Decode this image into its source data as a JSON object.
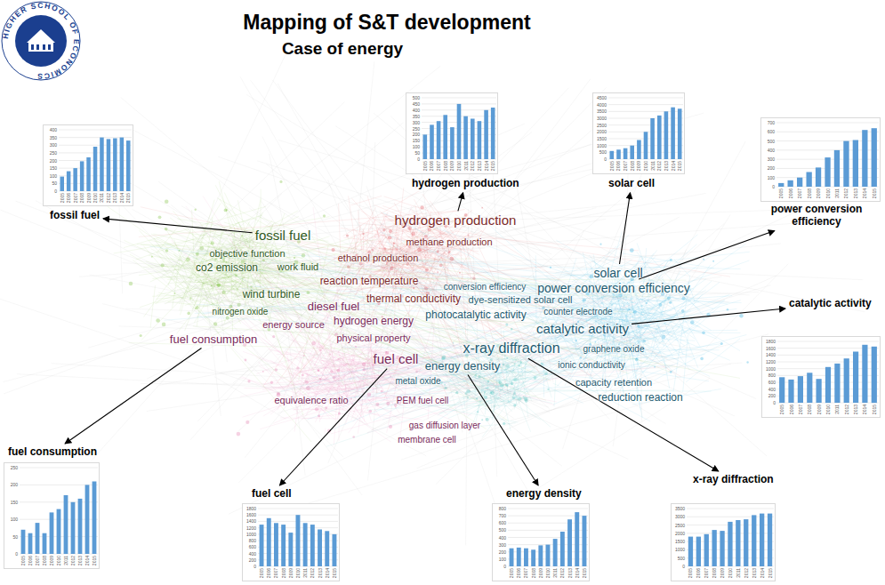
{
  "diagram": {
    "title": "Mapping of S&T development",
    "nodes": [
      {
        "text": [
          "fossil fuel"
        ]
      },
      {
        "text": [
          "hydrogen production"
        ]
      },
      {
        "text": [
          "solar cell"
        ]
      },
      {
        "text": [
          "power conversion efficiency"
        ]
      },
      {
        "text": [
          "catalytic activity"
        ]
      },
      {
        "text": [
          "fuel consumption"
        ]
      },
      {
        "text": [
          "fuel cell"
        ]
      },
      {
        "text": [
          "energy density"
        ]
      },
      {
        "text": [
          "x-ray diffraction"
        ]
      },
      {
        "text": [
          "fossil fuel"
        ]
      },
      {
        "text": [
          "hydrogen production"
        ]
      },
      {
        "text": [
          "solar cell"
        ]
      },
      {
        "text": [
          "power conversion efficiency"
        ]
      },
      {
        "text": [
          "catalytic activity"
        ]
      },
      {
        "text": [
          "fuel consumption"
        ]
      },
      {
        "text": [
          "fuel cell"
        ]
      },
      {
        "text": [
          "energy density"
        ]
      },
      {
        "text": [
          "x-ray diffraction"
        ]
      }
    ],
    "edges": [
      {
        "from": 9,
        "to": 0,
        "arrow": "to"
      },
      {
        "from": 10,
        "to": 1,
        "arrow": "to"
      },
      {
        "from": 11,
        "to": 2,
        "arrow": "to"
      },
      {
        "from": 12,
        "to": 3,
        "arrow": "to"
      },
      {
        "from": 13,
        "to": 4,
        "arrow": "to"
      },
      {
        "from": 14,
        "to": 5,
        "arrow": "to"
      },
      {
        "from": 15,
        "to": 6,
        "arrow": "to"
      },
      {
        "from": 16,
        "to": 7,
        "arrow": "to"
      },
      {
        "from": 17,
        "to": 8,
        "arrow": "to"
      }
    ],
    "labels": [
      "Case of energy",
      "HIGHER SCHOOL OF ECONOMICS",
      "co2 emission",
      "objective function",
      "work fluid",
      "wind turbine",
      "nitrogen oxide",
      "energy source",
      "diesel fuel",
      "ethanol production",
      "methane production",
      "reaction temperature",
      "thermal conductivity",
      "conversion efficiency",
      "dye-sensitized solar cell",
      "photocatalytic activity",
      "counter electrode",
      "hydrogen energy",
      "physical property",
      "equivalence ratio",
      "graphene oxide",
      "ionic conductivity",
      "capacity retention",
      "reduction reaction",
      "metal oxide",
      "PEM fuel cell",
      "gas diffusion layer",
      "membrane cell",
      "0",
      "50",
      "100",
      "150",
      "200",
      "250",
      "300",
      "350",
      "400",
      "2005",
      "2006",
      "2007",
      "2008",
      "2009",
      "2010",
      "2011",
      "2012",
      "2013",
      "2014",
      "2015",
      "0",
      "50",
      "100",
      "150",
      "200",
      "250",
      "300",
      "350",
      "400",
      "450",
      "500",
      "2005",
      "2006",
      "2007",
      "2008",
      "2009",
      "2010",
      "2011",
      "2012",
      "2013",
      "2014",
      "2015",
      "0",
      "500",
      "1000",
      "1500",
      "2000",
      "2500",
      "3000",
      "3500",
      "4000",
      "4500",
      "2005",
      "2006",
      "2007",
      "2008",
      "2009",
      "2010",
      "2011",
      "2012",
      "2013",
      "2014",
      "2015",
      "0",
      "100",
      "200",
      "300",
      "400",
      "500",
      "600",
      "700",
      "2005",
      "2006",
      "2007",
      "2008",
      "2009",
      "2010",
      "2011",
      "2012",
      "2013",
      "2014",
      "2015",
      "0",
      "200",
      "400",
      "600",
      "800",
      "1000",
      "1200",
      "1400",
      "1600",
      "1800",
      "2005",
      "2006",
      "2007",
      "2008",
      "2009",
      "2010",
      "2011",
      "2012",
      "2013",
      "2014",
      "2015",
      "0",
      "50",
      "100",
      "150",
      "200",
      "250",
      "2005",
      "2006",
      "2007",
      "2008",
      "2009",
      "2010",
      "2011",
      "2012",
      "2013",
      "2014",
      "2015",
      "0",
      "200",
      "400",
      "600",
      "800",
      "1000",
      "1200",
      "1400",
      "1600",
      "1800",
      "2005",
      "2006",
      "2007",
      "2008",
      "2009",
      "2010",
      "2011",
      "2012",
      "2013",
      "2014",
      "2015",
      "0",
      "100",
      "200",
      "300",
      "400",
      "500",
      "600",
      "700",
      "800",
      "2005",
      "2006",
      "2007",
      "2008",
      "2009",
      "2010",
      "2011",
      "2012",
      "2013",
      "2014",
      "2015",
      "0",
      "500",
      "1000",
      "1500",
      "2000",
      "2500",
      "3000",
      "3500",
      "2005",
      "2006",
      "2007",
      "2008",
      "2009",
      "2010",
      "2011",
      "2012",
      "2013",
      "2014",
      "2015"
    ]
  }
}
